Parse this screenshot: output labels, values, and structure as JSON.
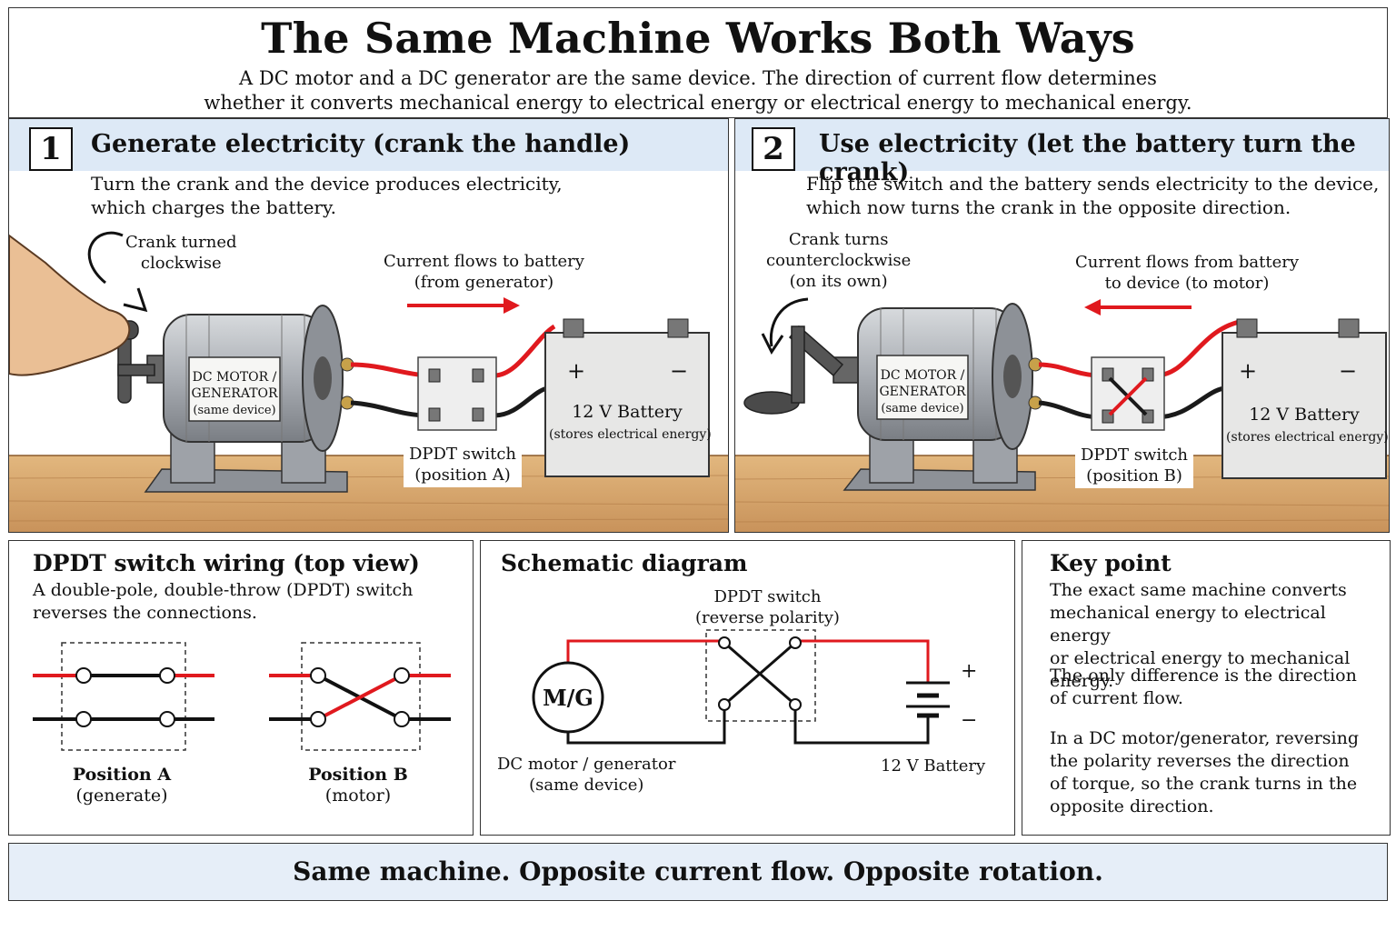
{
  "header": {
    "title": "The Same Machine Works Both Ways",
    "subtitle_line1": "A DC motor and a DC generator are the same device. The direction of current flow determines",
    "subtitle_line2": "whether it converts mechanical energy to electrical energy or electrical energy to mechanical energy."
  },
  "panel1": {
    "number": "1",
    "title": "Generate electricity (crank the handle)",
    "desc_line1": "Turn the crank and the device produces electricity,",
    "desc_line2": "which charges the battery.",
    "crank_line1": "Crank turned",
    "crank_line2": "clockwise",
    "current_line1": "Current flows to battery",
    "current_line2": "(from generator)",
    "device_line1": "DC MOTOR /",
    "device_line2": "GENERATOR",
    "device_line3": "(same device)",
    "switch_line1": "DPDT switch",
    "switch_line2": "(position A)",
    "battery_title": "12 V Battery",
    "battery_sub": "(stores electrical energy)",
    "plus": "+",
    "minus": "−"
  },
  "panel2": {
    "number": "2",
    "title": "Use electricity (let the battery turn the crank)",
    "desc_line1": "Flip the switch and the battery sends electricity to the device,",
    "desc_line2": "which now turns the crank in the opposite direction.",
    "crank_line1": "Crank turns",
    "crank_line2": "counterclockwise",
    "crank_line3": "(on its own)",
    "current_line1": "Current flows from battery",
    "current_line2": "to device (to motor)",
    "device_line1": "DC MOTOR /",
    "device_line2": "GENERATOR",
    "device_line3": "(same device)",
    "switch_line1": "DPDT switch",
    "switch_line2": "(position B)",
    "battery_title": "12 V Battery",
    "battery_sub": "(stores electrical energy)",
    "plus": "+",
    "minus": "−"
  },
  "wiring": {
    "title": "DPDT switch wiring (top view)",
    "desc_line1": "A double-pole, double-throw (DPDT) switch",
    "desc_line2": "reverses the connections.",
    "posA_title": "Position A",
    "posA_sub": "(generate)",
    "posB_title": "Position B",
    "posB_sub": "(motor)"
  },
  "schematic": {
    "title": "Schematic diagram",
    "switch_line1": "DPDT switch",
    "switch_line2": "(reverse polarity)",
    "mg_label": "M/G",
    "motor_line1": "DC motor / generator",
    "motor_line2": "(same device)",
    "battery_label": "12 V Battery",
    "plus": "+",
    "minus": "−"
  },
  "keypoint": {
    "title": "Key point",
    "p1_line1": "The exact same machine converts",
    "p1_line2": "mechanical energy to electrical energy",
    "p1_line3": "or electrical energy to mechanical energy.",
    "p2_line1": "The only difference is the direction",
    "p2_line2": "of current flow.",
    "p3_line1": "In a DC motor/generator, reversing",
    "p3_line2": "the polarity reverses the direction",
    "p3_line3": "of torque, so the crank turns in the",
    "p3_line4": "opposite direction."
  },
  "footer": {
    "text": "Same machine. Opposite current flow. Opposite rotation."
  },
  "colors": {
    "positive_wire": "#e0191e",
    "negative_wire": "#1a1a1a",
    "header_band": "#dde9f6",
    "wood": "#d8a86a",
    "metal": "#a9adb3"
  }
}
